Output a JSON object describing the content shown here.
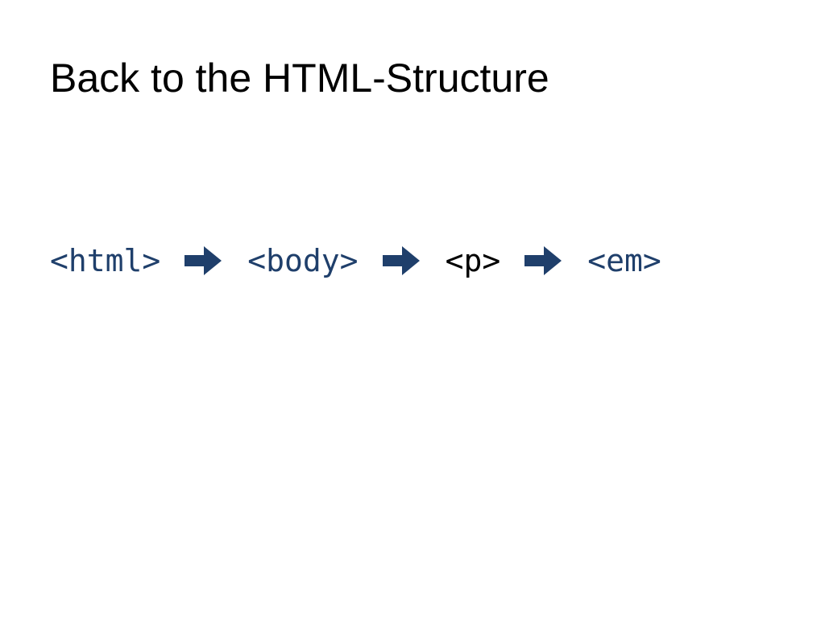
{
  "slide": {
    "title": "Back to the HTML-Structure",
    "chain": [
      {
        "text": "<html>",
        "color": "#1f3f6b"
      },
      {
        "text": "<body>",
        "color": "#1f3f6b"
      },
      {
        "text": "<p>",
        "color": "#000000"
      },
      {
        "text": "<em>",
        "color": "#1f3f6b"
      }
    ],
    "arrow_icon": "right-arrow-icon",
    "arrow_color": "#1f3f6b"
  }
}
